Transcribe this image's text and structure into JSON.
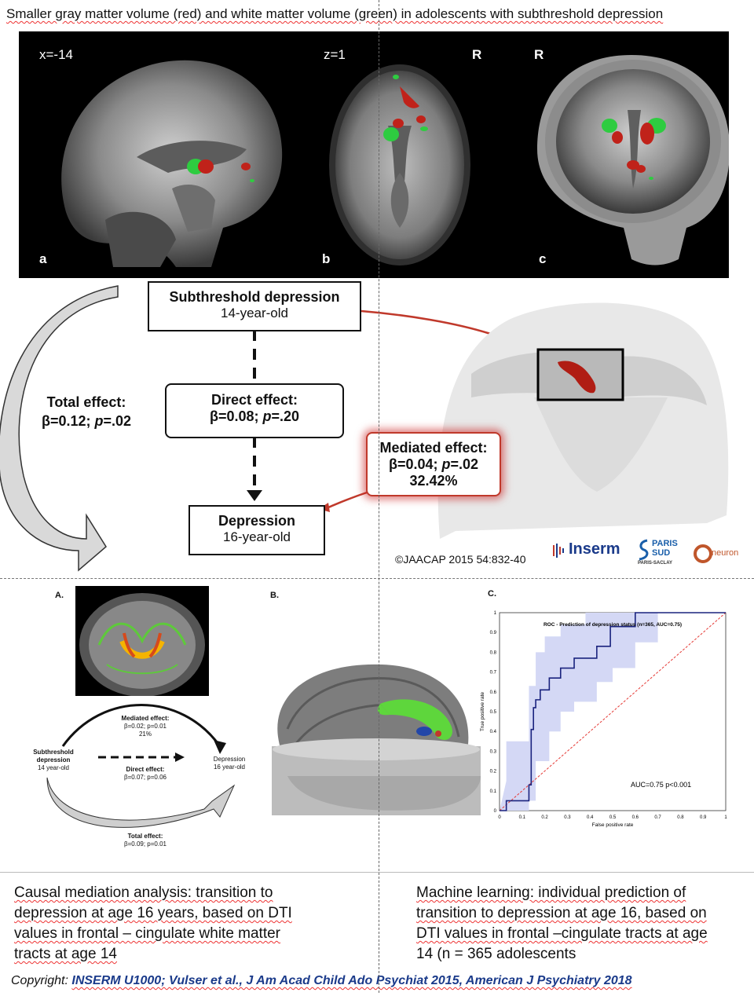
{
  "title": "Smaller gray matter volume (red) and white matter volume (green) in adolescents with subthreshold depression",
  "brain_panel": {
    "coord_a": "x=-14",
    "coord_b": "z=1",
    "r_b": "R",
    "r_c": "R",
    "label_a": "a",
    "label_b": "b",
    "label_c": "c"
  },
  "mediation_top": {
    "source_title": "Subthreshold depression",
    "source_sub": "14-year-old",
    "direct_title": "Direct effect:",
    "direct_value_prefix": "β=0.08; ",
    "direct_p": "p",
    "direct_value_suffix": "=.20",
    "total_title": "Total effect:",
    "total_value_prefix": "β=0.12; ",
    "total_p": "p",
    "total_value_suffix": "=.02",
    "mediated_title": "Mediated effect:",
    "mediated_value_prefix": "β=0.04; ",
    "mediated_p": "p",
    "mediated_value_suffix": "=.02",
    "mediated_pct": "32.42%",
    "target_title": "Depression",
    "target_sub": "16-year-old"
  },
  "copyright_jaacap": "©JAACAP 2015 54:832-40",
  "logos": {
    "inserm": "Inserm",
    "paris_sud_1": "PARIS",
    "paris_sud_2": "SUD",
    "paris_saclay": "PARIS-SACLAY",
    "neuron": "neuron"
  },
  "panel_A": {
    "label": "A.",
    "mediated_title": "Mediated effect:",
    "mediated_value": "β=0.02; p=0.01",
    "mediated_pct": "21%",
    "source": "Subthreshold depression 14 year-old",
    "source_1": "Subthreshold",
    "source_2": "depression",
    "source_3": "14 year-old",
    "target_1": "Depression",
    "target_2": "16 year-old",
    "direct_title": "Direct effect:",
    "direct_value": "β=0.07; p=0.06",
    "total_title": "Total effect:",
    "total_value": "β=0.09; p=0.01"
  },
  "panel_B": {
    "label": "B."
  },
  "panel_C": {
    "label": "C."
  },
  "chart_data": {
    "type": "line",
    "title": "ROC - Prediction of depression status (n=365, AUC=0.75)",
    "xlabel": "False positive rate",
    "ylabel": "True positive rate",
    "xlim": [
      0,
      1
    ],
    "ylim": [
      0,
      1
    ],
    "ticks": [
      "0",
      "0.1",
      "0.2",
      "0.3",
      "0.4",
      "0.5",
      "0.6",
      "0.7",
      "0.8",
      "0.9",
      "1"
    ],
    "annotation": "AUC=0.75 p<0.001",
    "series": [
      {
        "x": [
          0,
          0.03,
          0.03,
          0.13,
          0.13,
          0.14,
          0.14,
          0.15,
          0.15,
          0.16,
          0.16,
          0.18,
          0.18,
          0.22,
          0.22,
          0.27,
          0.27,
          0.33,
          0.33,
          0.43,
          0.43,
          0.49,
          0.49,
          0.6,
          0.6,
          1
        ],
        "y": [
          0,
          0,
          0.05,
          0.05,
          0.13,
          0.13,
          0.41,
          0.41,
          0.52,
          0.52,
          0.56,
          0.56,
          0.61,
          0.61,
          0.67,
          0.67,
          0.72,
          0.72,
          0.77,
          0.77,
          0.83,
          0.83,
          0.93,
          0.93,
          1,
          1
        ]
      }
    ],
    "band_upper": [
      [
        0,
        0
      ],
      [
        0.03,
        0.15
      ],
      [
        0.03,
        0.35
      ],
      [
        0.13,
        0.35
      ],
      [
        0.13,
        0.63
      ],
      [
        0.16,
        0.63
      ],
      [
        0.16,
        0.8
      ],
      [
        0.2,
        0.8
      ],
      [
        0.2,
        0.88
      ],
      [
        0.27,
        0.88
      ],
      [
        0.27,
        0.94
      ],
      [
        0.38,
        0.94
      ],
      [
        0.38,
        1
      ],
      [
        1,
        1
      ]
    ],
    "band_lower": [
      [
        0,
        0
      ],
      [
        0.13,
        0
      ],
      [
        0.13,
        0.05
      ],
      [
        0.16,
        0.05
      ],
      [
        0.16,
        0.25
      ],
      [
        0.22,
        0.25
      ],
      [
        0.22,
        0.4
      ],
      [
        0.27,
        0.4
      ],
      [
        0.27,
        0.5
      ],
      [
        0.33,
        0.5
      ],
      [
        0.33,
        0.55
      ],
      [
        0.43,
        0.55
      ],
      [
        0.43,
        0.65
      ],
      [
        0.5,
        0.65
      ],
      [
        0.5,
        0.72
      ],
      [
        0.6,
        0.72
      ],
      [
        0.6,
        0.85
      ],
      [
        0.7,
        0.85
      ],
      [
        0.7,
        1
      ],
      [
        1,
        1
      ]
    ],
    "chance_line": true,
    "colors": {
      "roc": "#1a237e",
      "band": "#d4d8f5",
      "chance": "#e53935"
    }
  },
  "captions": {
    "left_1": "Causal mediation analysis: transition to",
    "left_2": "depression at age 16 years, based on DTI",
    "left_3": "values in frontal – cingulate white matter",
    "left_4": "tracts at age 14",
    "right_1": "Machine learning: individual prediction of",
    "right_2": "transition to depression at age 16, based on",
    "right_3": "DTI values in frontal –cingulate tracts at age",
    "right_4": "14 (n = 365 adolescents"
  },
  "footer": {
    "prefix": "Copyright: ",
    "text": "INSERM U1000; Vulser et al., J Am Acad Child Ado Psychiat 2015, American J Psychiatry 2018"
  }
}
